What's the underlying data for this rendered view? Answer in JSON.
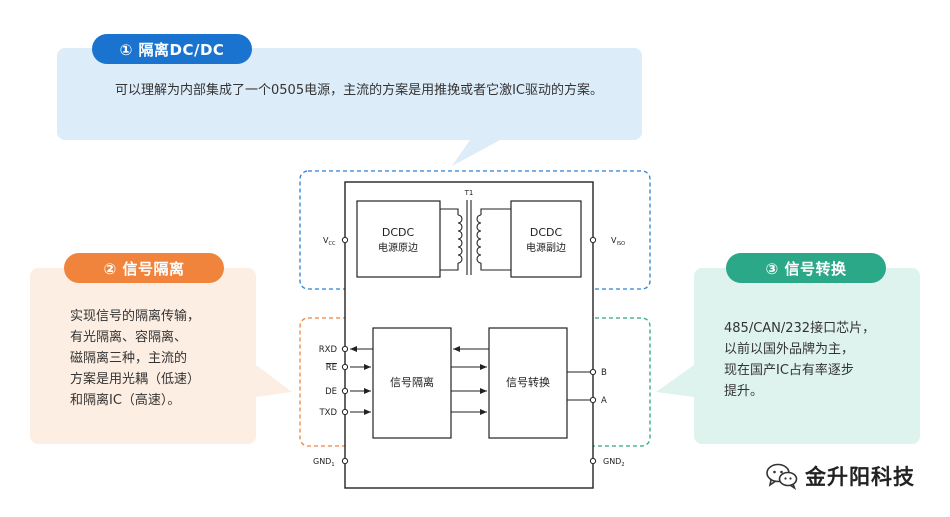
{
  "callouts": {
    "dcdc": {
      "badge": "① 隔离DC/DC",
      "text": "可以理解为内部集成了一个0505电源，主流的方案是用推挽或者它激IC驱动的方案。",
      "color": "#1a73cf",
      "bg": "#dcecf9"
    },
    "signal_isolation": {
      "badge": "② 信号隔离",
      "lines": [
        "实现信号的隔离传输，",
        "有光隔离、容隔离、",
        "磁隔离三种，主流的",
        "方案是用光耦（低速）",
        "和隔离IC（高速）。"
      ],
      "color": "#f0843c",
      "bg": "#fdeee3"
    },
    "signal_conversion": {
      "badge": "③ 信号转换",
      "lines": [
        "485/CAN/232接口芯片，",
        "以前以国外品牌为主，",
        "现在国产IC占有率逐步",
        "提升。"
      ],
      "color": "#2aa888",
      "bg": "#dff3ee"
    }
  },
  "diagram": {
    "transformer_label": "T1",
    "dcdc_primary": {
      "title": "DCDC",
      "subtitle": "电源原边"
    },
    "dcdc_secondary": {
      "title": "DCDC",
      "subtitle": "电源副边"
    },
    "isolator_label": "信号隔离",
    "transceiver_label": "信号转换",
    "pins_left": [
      "RXD",
      "RE",
      "DE",
      "TXD"
    ],
    "pins_right": [
      "B",
      "A"
    ],
    "vcc_label": "V",
    "vcc_sub": "CC",
    "viso_label": "V",
    "viso_sub": "ISO",
    "gnd1_label": "GND",
    "gnd1_sub": "1",
    "gnd2_label": "GND",
    "gnd2_sub": "2"
  },
  "watermark": {
    "text": "金升阳科技",
    "icon": "wechat-icon"
  }
}
